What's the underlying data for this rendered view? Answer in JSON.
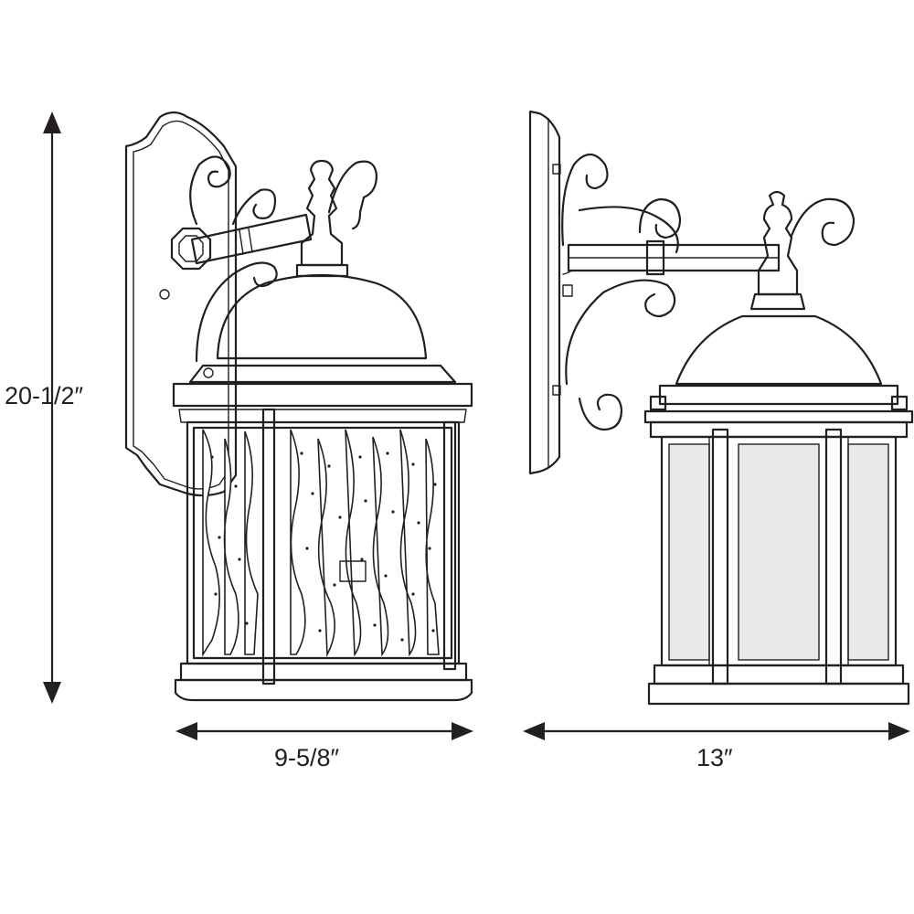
{
  "dimensions": {
    "height": "20-1/2″",
    "width": "9-5/8″",
    "extension": "13″"
  },
  "colors": {
    "line": "#231f20",
    "background": "#ffffff"
  }
}
